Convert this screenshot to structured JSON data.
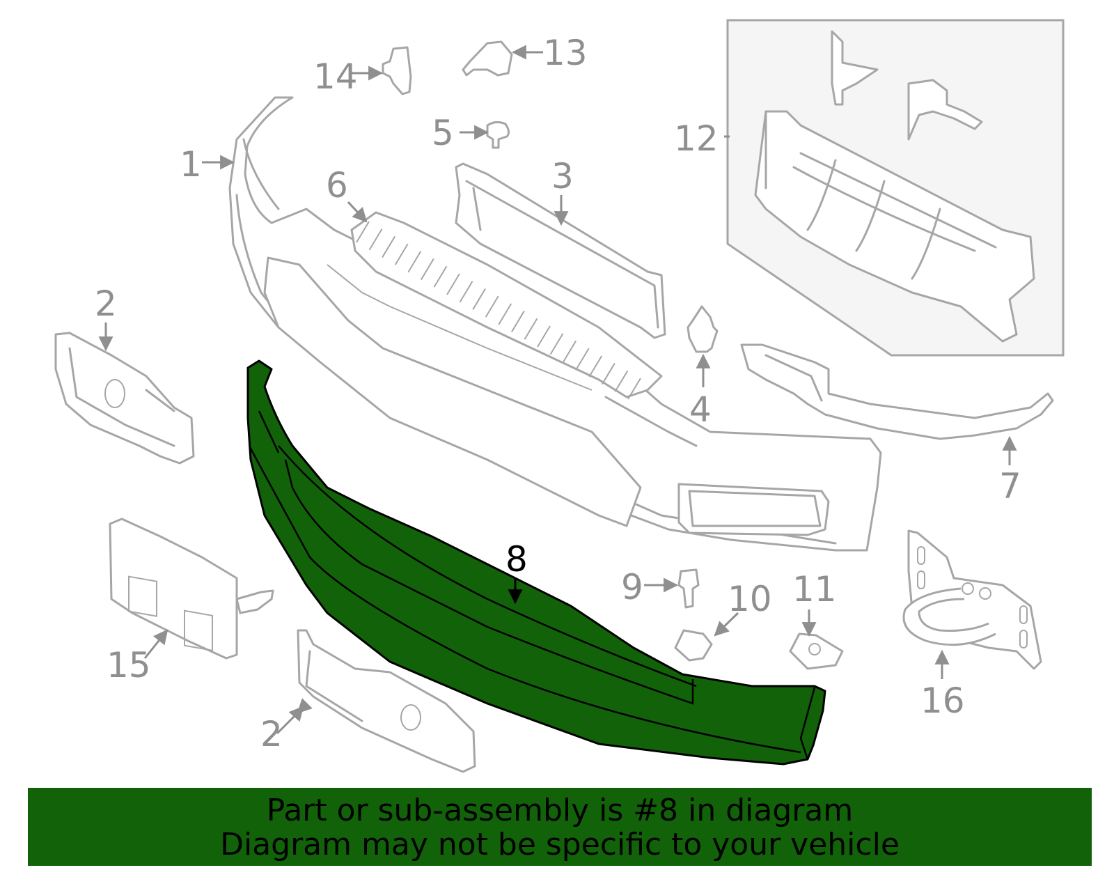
{
  "highlight_color": "#12620a",
  "line_color": "#a6a6a6",
  "label_color": "#8f8f8f",
  "highlighted_part": "8",
  "labels": {
    "l1": "1",
    "l2a": "2",
    "l2b": "2",
    "l3": "3",
    "l4": "4",
    "l5": "5",
    "l6": "6",
    "l7": "7",
    "l8": "8",
    "l9": "9",
    "l10": "10",
    "l11": "11",
    "l12": "12",
    "l13": "13",
    "l14": "14",
    "l15": "15",
    "l16": "16"
  },
  "caption": {
    "line1": "Part or sub-assembly is #8 in diagram",
    "line2": "Diagram may not be specific to your vehicle"
  }
}
